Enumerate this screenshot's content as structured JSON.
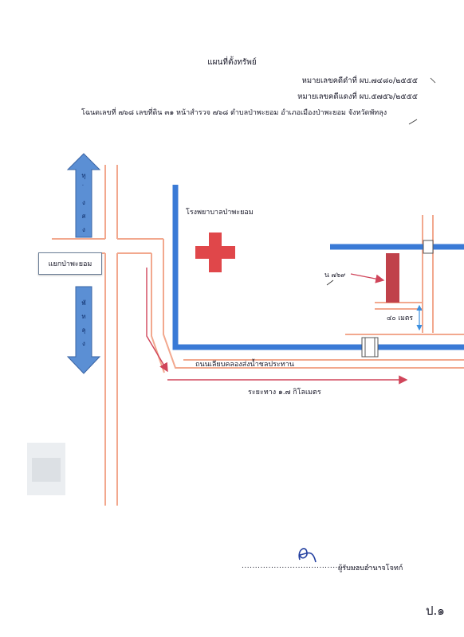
{
  "header": {
    "title": "แผนที่ตั้งทรัพย์",
    "black_case_no": "หมายเลขคดีดำที่ ผบ.๗๔๘๐/๒๕๕๕",
    "red_case_no": "หมายเลขคดีแดงที่ ผบ.๕๗๕๖/๒๕๕๕",
    "deed_info": "โฉนดเลขที่ ๗๖๘  เลขที่ดิน ๓๑ หน้าสำรวจ ๗๖๘  ตำบลป่าพะยอม   อำเภอเมืองป่าพะยอม  จังหวัดพัทลุง"
  },
  "map": {
    "direction_north_chars": [
      "ทุ",
      "่",
      "ง",
      "ส",
      "ง"
    ],
    "direction_south_chars": [
      "พั",
      "ท",
      "ลุ",
      "ง"
    ],
    "junction_label": "แยกป่าพะยอม",
    "hospital_label": "โรงพยาบาลป่าพะยอม",
    "parcel_label": "น ๗๖๙",
    "distance_to_parcel": "๔๐ เมตร",
    "road_label": "ถนนเลียบคลองส่งน้ำชลประทาน",
    "route_distance": "ระยะทาง ๑.๗ กิโลเมตร",
    "colors": {
      "road": "#f2a88e",
      "canal": "#3a7ad6",
      "arrow_fill": "#5b8fd4",
      "hospital_cross": "#e0474a",
      "parcel": "#c0414a",
      "route_arrow": "#d0455a",
      "measure_arrow": "#3a8fe0"
    },
    "icons": [
      "hospital-cross-icon",
      "north-arrow-icon",
      "south-arrow-icon",
      "bridge-icon"
    ]
  },
  "footer": {
    "signature_dots": "....................................................",
    "receiver_label": "ผู้รับมอบอำนาจโจทก์",
    "page_mark": "ป.๑"
  }
}
